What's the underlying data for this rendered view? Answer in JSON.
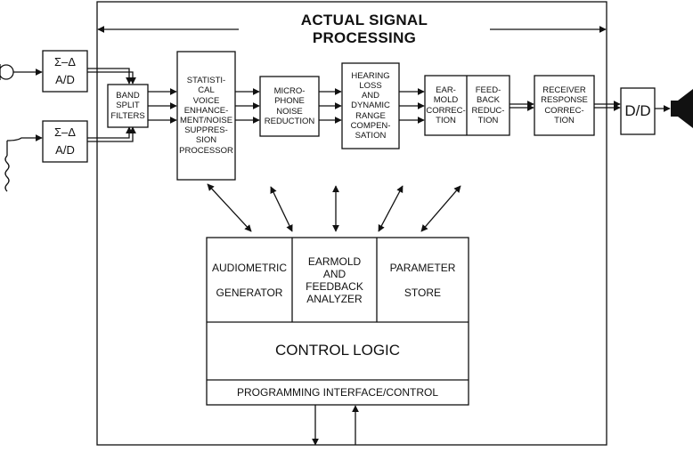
{
  "title": "ACTUAL SIGNAL PROCESSING",
  "inputs": {
    "ad_top": {
      "symbol": "Σ–Δ",
      "label": "A/D"
    },
    "ad_bottom": {
      "symbol": "Σ–Δ",
      "label": "A/D"
    }
  },
  "blocks": {
    "band_split": "BAND\nSPLIT\nFILTERS",
    "statistical": "STATISTI-\nCAL\nVOICE\nENHANCE-\nMENT/NOISE\nSUPPRES-\nSION\nPROCESSOR",
    "mic_noise": "MICRO-\nPHONE\nNOISE\nREDUCTION",
    "hearing_loss": "HEARING\nLOSS\nAND\nDYNAMIC\nRANGE\nCOMPEN-\nSATION",
    "earmold": "EAR-\nMOLD\nCORREC-\nTION",
    "feedback": "FEED-\nBACK\nREDUC-\nTION",
    "receiver": "RECEIVER\nRESPONSE\nCORREC-\nTION",
    "da": "D/D"
  },
  "control": {
    "audiometric": "AUDIOMETRIC\n\nGENERATOR",
    "earmold_analyzer": "EARMOLD\nAND\nFEEDBACK\nANALYZER",
    "parameter_store": "PARAMETER\n\nSTORE",
    "control_logic": "CONTROL LOGIC",
    "programming": "PROGRAMMING INTERFACE/CONTROL"
  }
}
